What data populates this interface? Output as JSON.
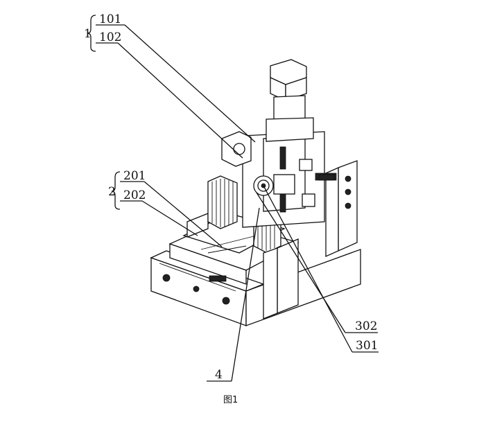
{
  "labels": {
    "group1": "1",
    "l101": "101",
    "l102": "102",
    "group2": "2",
    "l201": "201",
    "l202": "202",
    "l302": "302",
    "l301": "301",
    "l4": "4"
  },
  "caption": "图1"
}
